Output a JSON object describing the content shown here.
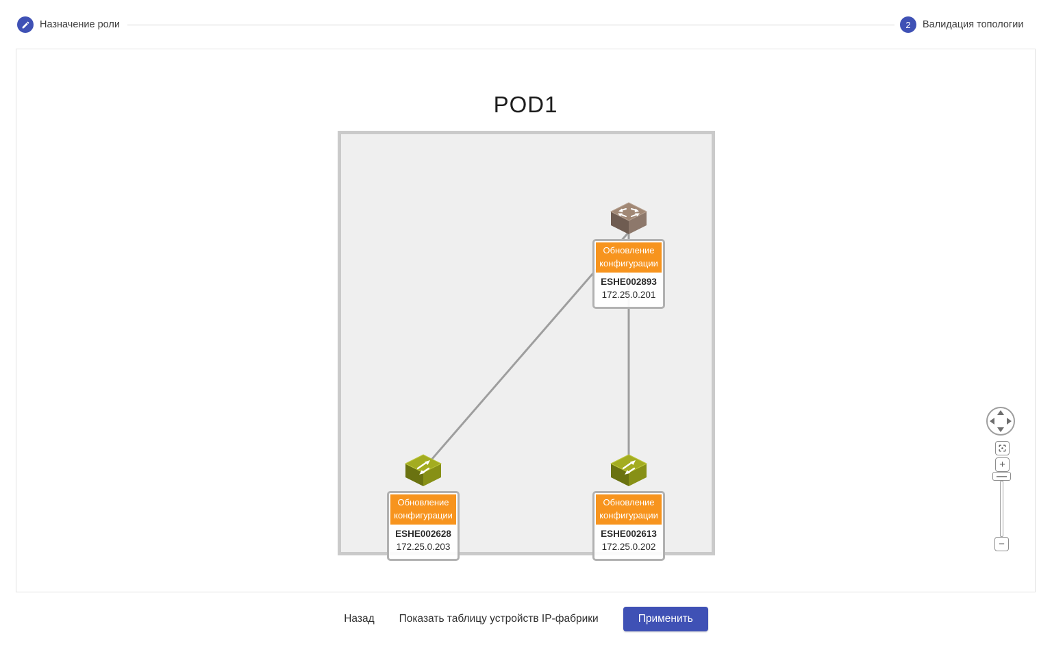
{
  "stepper": {
    "step1": {
      "label": "Назначение роли",
      "icon": "pencil-icon"
    },
    "step2": {
      "number": "2",
      "label": "Валидация топологии"
    },
    "accent_color": "#3f51b5"
  },
  "diagram": {
    "title": "POD1",
    "nodes": [
      {
        "id": "spine",
        "type": "spine-router",
        "status": "Обновление конфигурации",
        "name": "ESHE002893",
        "ip": "172.25.0.201"
      },
      {
        "id": "leaf1",
        "type": "leaf-switch",
        "status": "Обновление конфигурации",
        "name": "ESHE002628",
        "ip": "172.25.0.203"
      },
      {
        "id": "leaf2",
        "type": "leaf-switch",
        "status": "Обновление конфигурации",
        "name": "ESHE002613",
        "ip": "172.25.0.202"
      }
    ],
    "links": [
      {
        "from": "spine",
        "to": "leaf1"
      },
      {
        "from": "spine",
        "to": "leaf2"
      }
    ],
    "status_color": "#f7941e",
    "spine_color": "#a18875",
    "leaf_color": "#a3ac20",
    "link_color": "#9e9e9e"
  },
  "map_controls": {
    "pan": "pan-icon",
    "fit": "center-focus-icon",
    "zoom_in": "+",
    "zoom_out": "−"
  },
  "footer": {
    "back": "Назад",
    "show_table": "Показать таблицу устройств IP-фабрики",
    "apply": "Применить"
  }
}
